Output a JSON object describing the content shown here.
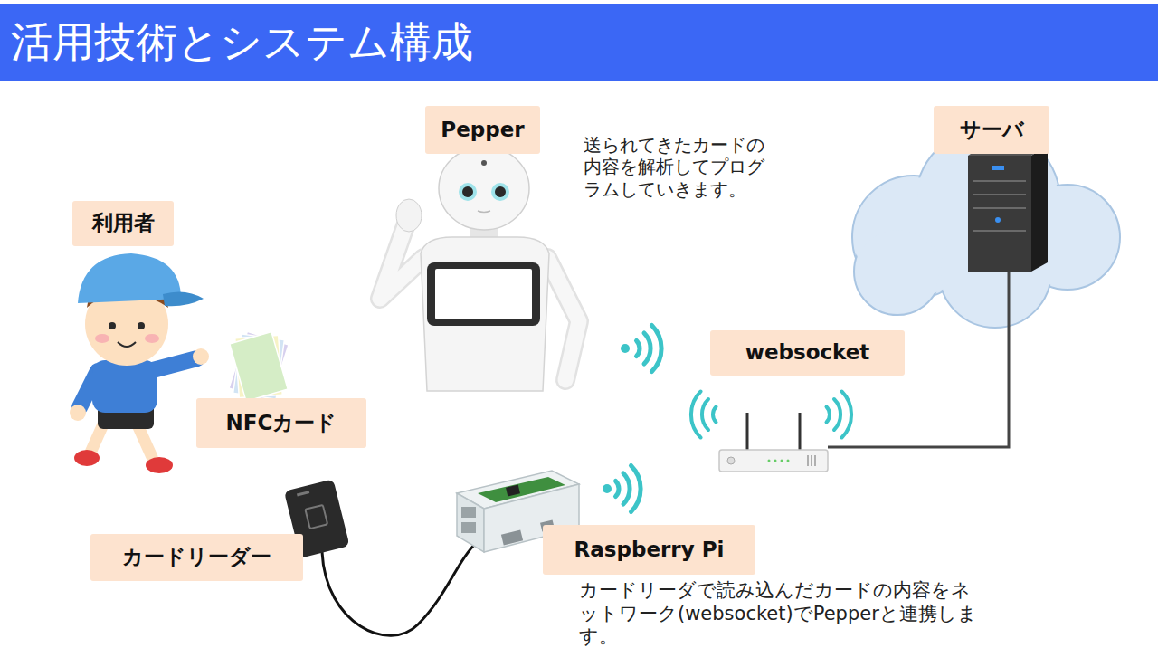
{
  "diagram": {
    "title": "活用技術とシステム構成",
    "nodes": [
      {
        "text": [
          "Pepper"
        ]
      },
      {
        "text": [
          "サーバ"
        ]
      },
      {
        "text": [
          "利用者"
        ]
      },
      {
        "text": [
          "websocket"
        ]
      },
      {
        "text": [
          "NFCカード"
        ]
      },
      {
        "text": [
          "カードリーダー"
        ]
      },
      {
        "text": [
          "Raspberry Pi"
        ]
      }
    ],
    "labels": [
      "送られてきたカードの内容を解析してプログラムしていきます。",
      "カードリーダで読み込んだカードの内容をネットワーク(websocket)でPepperと連携します。"
    ]
  }
}
